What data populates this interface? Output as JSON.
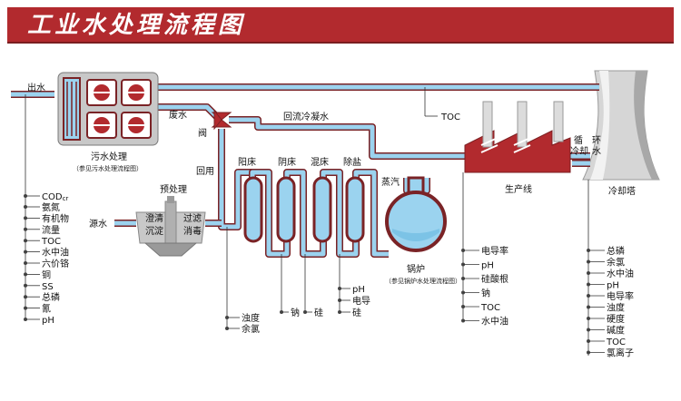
{
  "header": {
    "title": "工业水处理流程图",
    "bar_color": "#b22a2e"
  },
  "colors": {
    "pipe_outer": "#7a2326",
    "pipe_inner": "#9bd3ef",
    "accent": "#b22a2e"
  },
  "labels": {
    "outlet": "出水",
    "waste_water": "废水",
    "valve": "阀",
    "reuse": "回用",
    "return_condensate": "回流冷凝水",
    "toc_top": "TOC",
    "sewage_title": "污水处理",
    "sewage_sub": "（参见污水处理流程图）",
    "pretreat": "预处理",
    "source_water": "源水",
    "clarify": "澄清",
    "sediment": "沉淀",
    "filter": "过滤",
    "disinfect": "消毒",
    "cation_bed": "阳床",
    "anion_bed": "阴床",
    "mixed_bed": "混床",
    "desalt": "除盐",
    "steam": "蒸汽",
    "boiler_title": "锅炉",
    "boiler_sub": "（参见锅炉水处理流程图）",
    "production": "生产线",
    "circulating_1": "循",
    "circulating_2": "环",
    "cooling_water_1": "冷却",
    "cooling_water_2": "水",
    "cooling_tower": "冷却塔",
    "cod_main": "COD",
    "cod_sub": "cr"
  },
  "lists": {
    "sewage_params": [
      "氨氮",
      "有机物",
      "流量",
      "TOC",
      "水中油",
      "六价铬",
      "铜",
      "SS",
      "总磷",
      "氰",
      "pH"
    ],
    "pre_params": [
      "浊度",
      "余氯"
    ],
    "sodium": "钠",
    "silicon": "硅",
    "desalt_params": [
      "pH",
      "电导",
      "硅"
    ],
    "production_params": [
      "电导率",
      "pH",
      "硅酸根",
      "钠",
      "TOC",
      "水中油"
    ],
    "tower_params": [
      "总磷",
      "余氯",
      "水中油",
      "pH",
      "电导率",
      "浊度",
      "硬度",
      "碱度",
      "TOC",
      "氯离子"
    ]
  }
}
